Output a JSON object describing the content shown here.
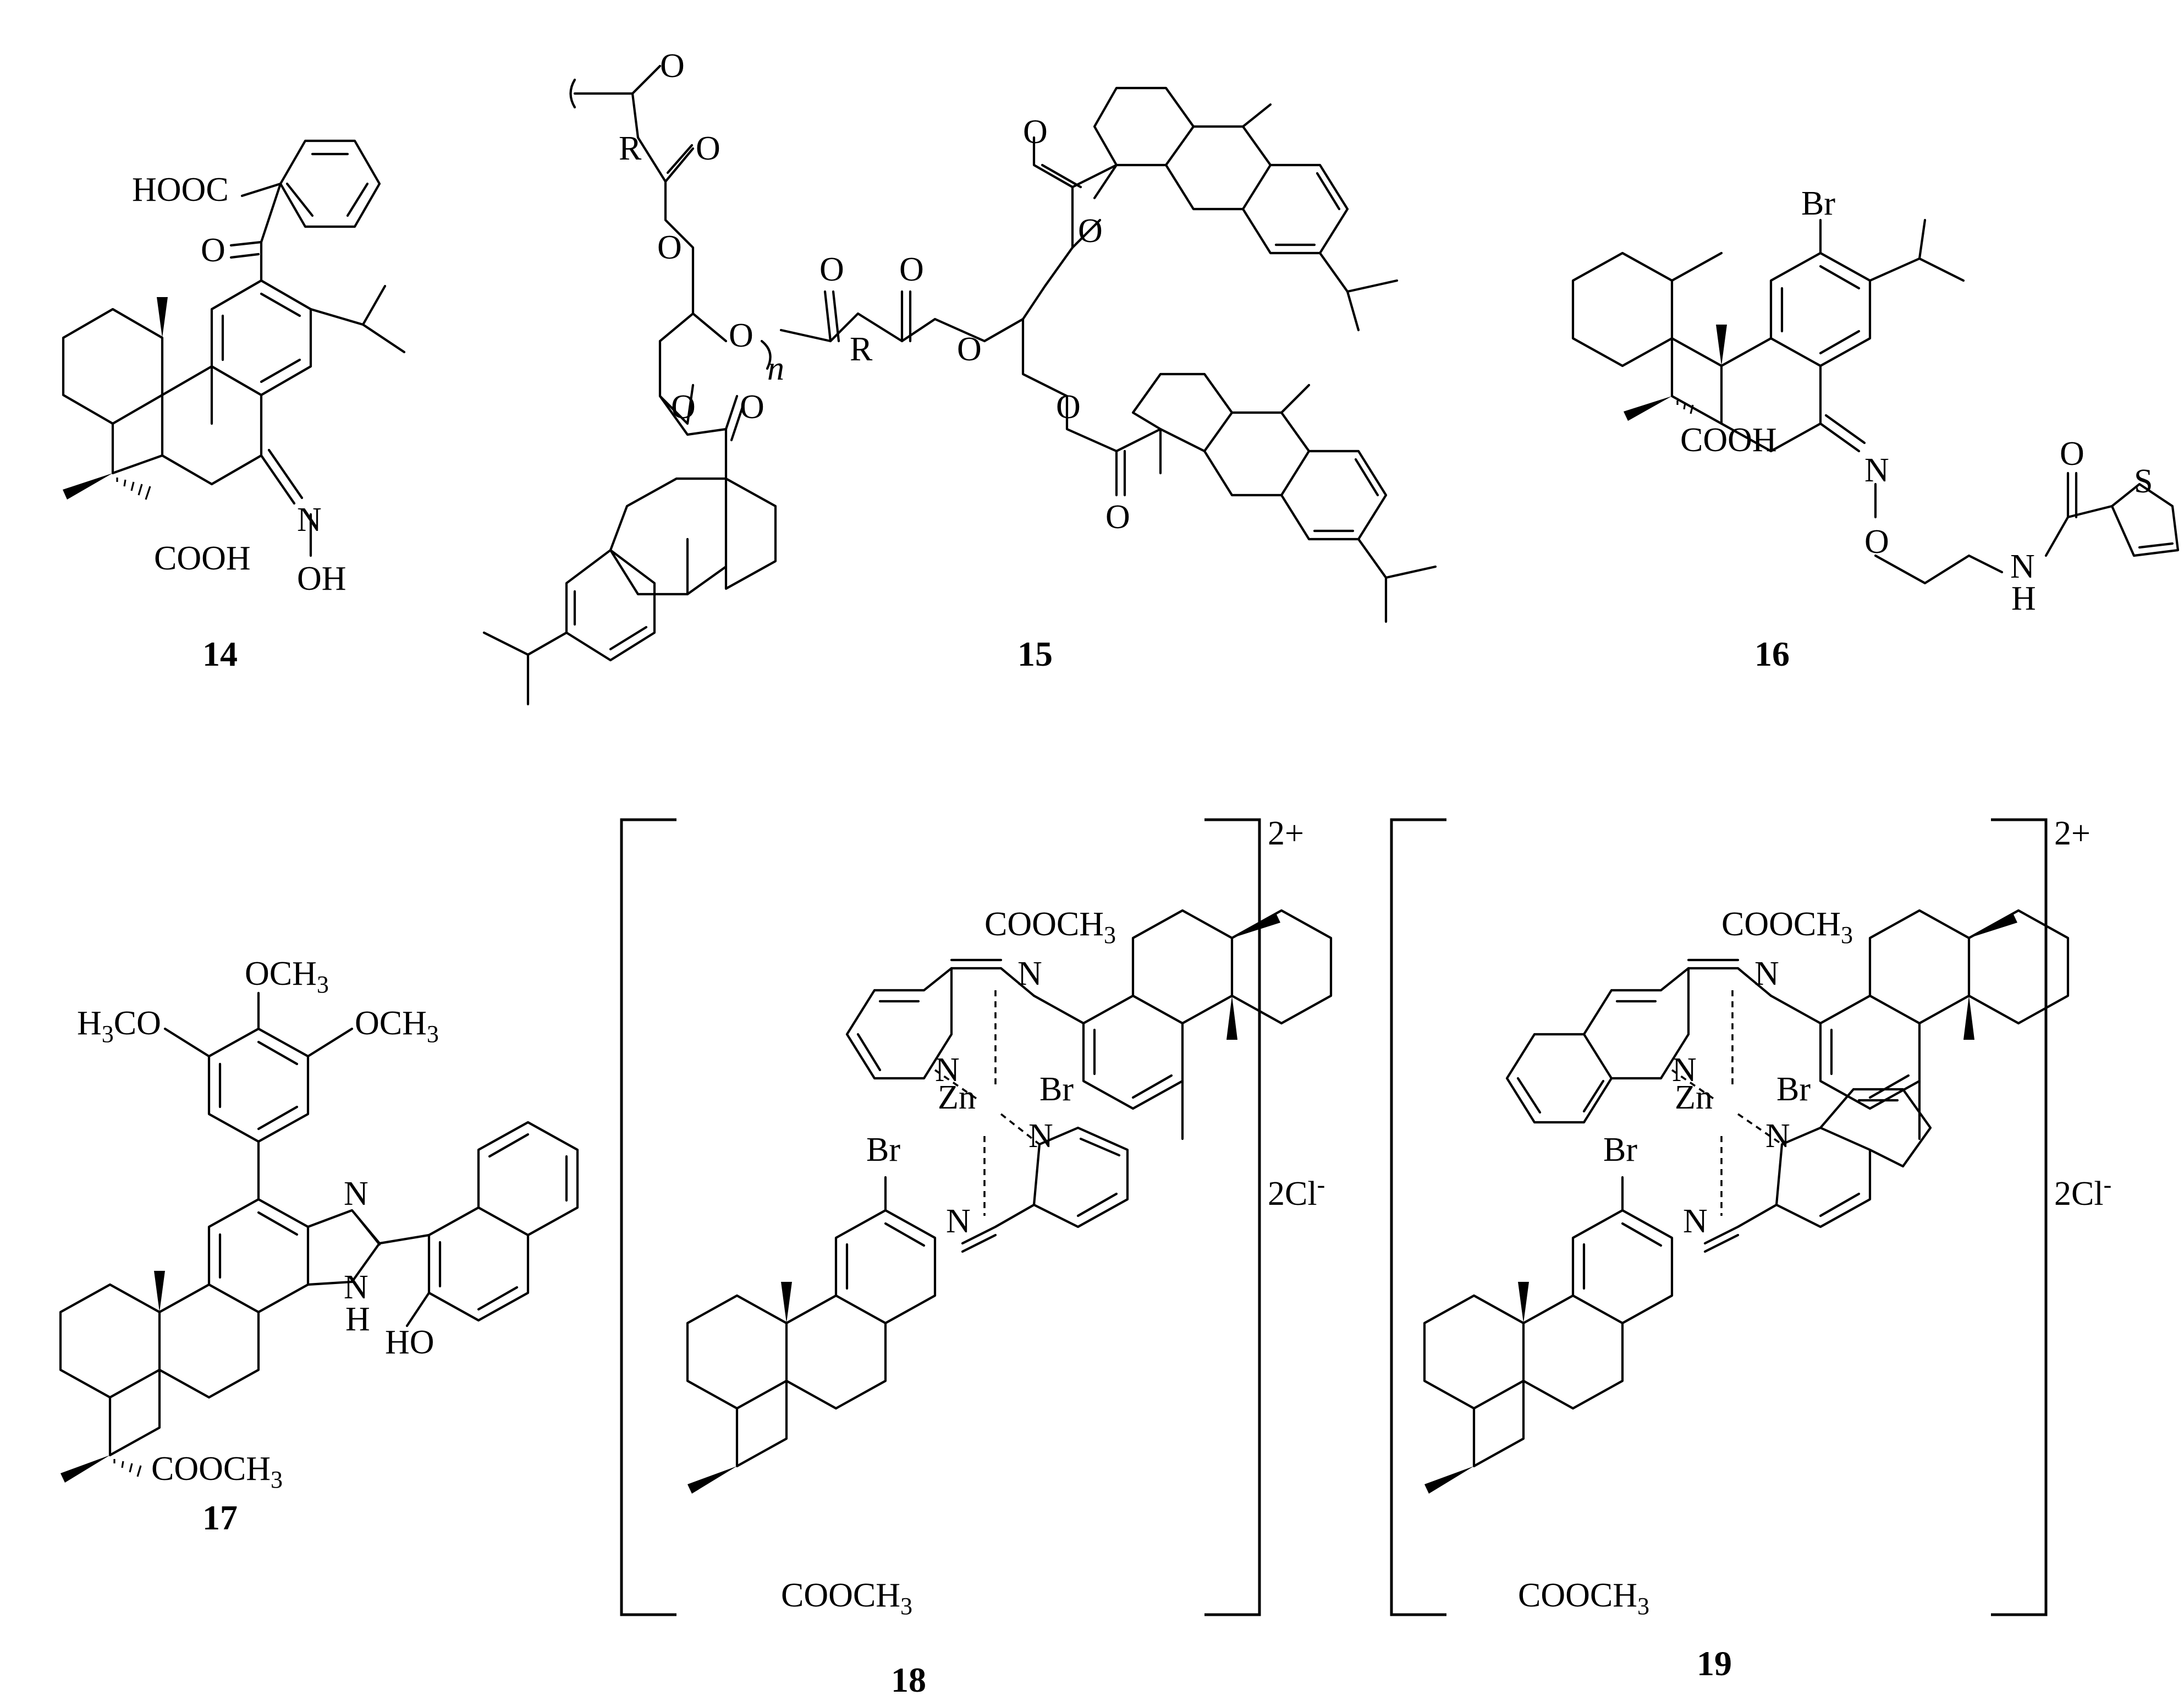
{
  "figure": {
    "compounds": [
      {
        "id": "14",
        "labels": {
          "hooc": "HOOC",
          "o": "O",
          "n": "N",
          "oh": "OH",
          "cooh": "COOH"
        }
      },
      {
        "id": "15",
        "labels": {
          "o": "O",
          "r": "R",
          "n_sub": "n"
        }
      },
      {
        "id": "16",
        "labels": {
          "br": "Br",
          "cooh": "COOH",
          "n": "N",
          "o": "O",
          "nh_n": "N",
          "nh_h": "H",
          "s": "S"
        }
      },
      {
        "id": "17",
        "labels": {
          "och3": "OCH",
          "h3co": "H",
          "h3co_tail": "CO",
          "n": "N",
          "nh_h": "H",
          "ho": "HO",
          "cooch3": "COOCH",
          "sub3": "3"
        }
      },
      {
        "id": "18",
        "labels": {
          "cooch3": "COOCH",
          "sub3": "3",
          "n": "N",
          "zn": "Zn",
          "br": "Br",
          "charge": "2+",
          "counterion": "2Cl",
          "minus": "-"
        }
      },
      {
        "id": "19",
        "labels": {
          "cooch3": "COOCH",
          "sub3": "3",
          "n": "N",
          "zn": "Zn",
          "br": "Br",
          "charge": "2+",
          "counterion": "2Cl",
          "minus": "-"
        }
      }
    ]
  }
}
